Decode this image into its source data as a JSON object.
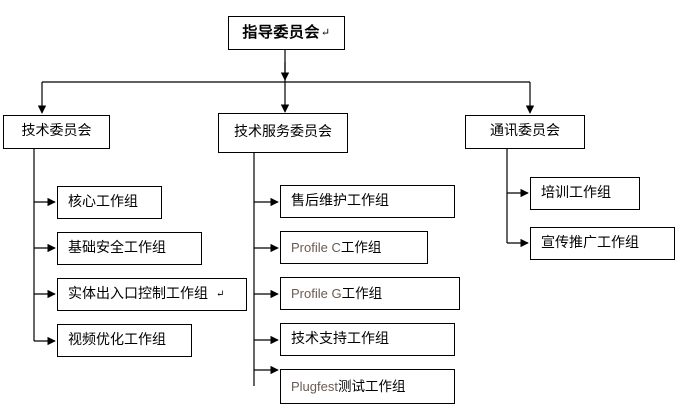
{
  "diagram": {
    "type": "organization-chart",
    "root": {
      "label": "指导委员会",
      "trailing_mark": "↵"
    },
    "branches": [
      {
        "id": "technical-committee",
        "label": "技术委员会",
        "children": [
          {
            "id": "core-wg",
            "label": "核心工作组"
          },
          {
            "id": "basic-security-wg",
            "label": "基础安全工作组"
          },
          {
            "id": "physical-access-control-wg",
            "label": "实体出入口控制工作组",
            "trailing_mark": "↵"
          },
          {
            "id": "video-optimization-wg",
            "label": "视频优化工作组"
          }
        ]
      },
      {
        "id": "technical-service-committee",
        "label": "技术服务委员会",
        "children": [
          {
            "id": "after-sales-maintenance-wg",
            "label": "售后维护工作组"
          },
          {
            "id": "profile-c-wg",
            "latin": "Profile C",
            "label": " 工作组"
          },
          {
            "id": "profile-g-wg",
            "latin": "Profile G",
            "label": " 工作组"
          },
          {
            "id": "technical-support-wg",
            "label": "技术支持工作组"
          },
          {
            "id": "plugfest-test-wg",
            "latin": "Plugfest",
            "label": "测试工作组"
          }
        ]
      },
      {
        "id": "communication-committee",
        "label": "通讯委员会",
        "children": [
          {
            "id": "training-wg",
            "label": "培训工作组"
          },
          {
            "id": "promotion-wg",
            "label": "宣传推广工作组"
          }
        ]
      }
    ],
    "colors": {
      "background": "#ffffff",
      "border": "#000000",
      "text": "#000000",
      "latin_text": "#6b5b52",
      "connector": "#000000"
    }
  }
}
